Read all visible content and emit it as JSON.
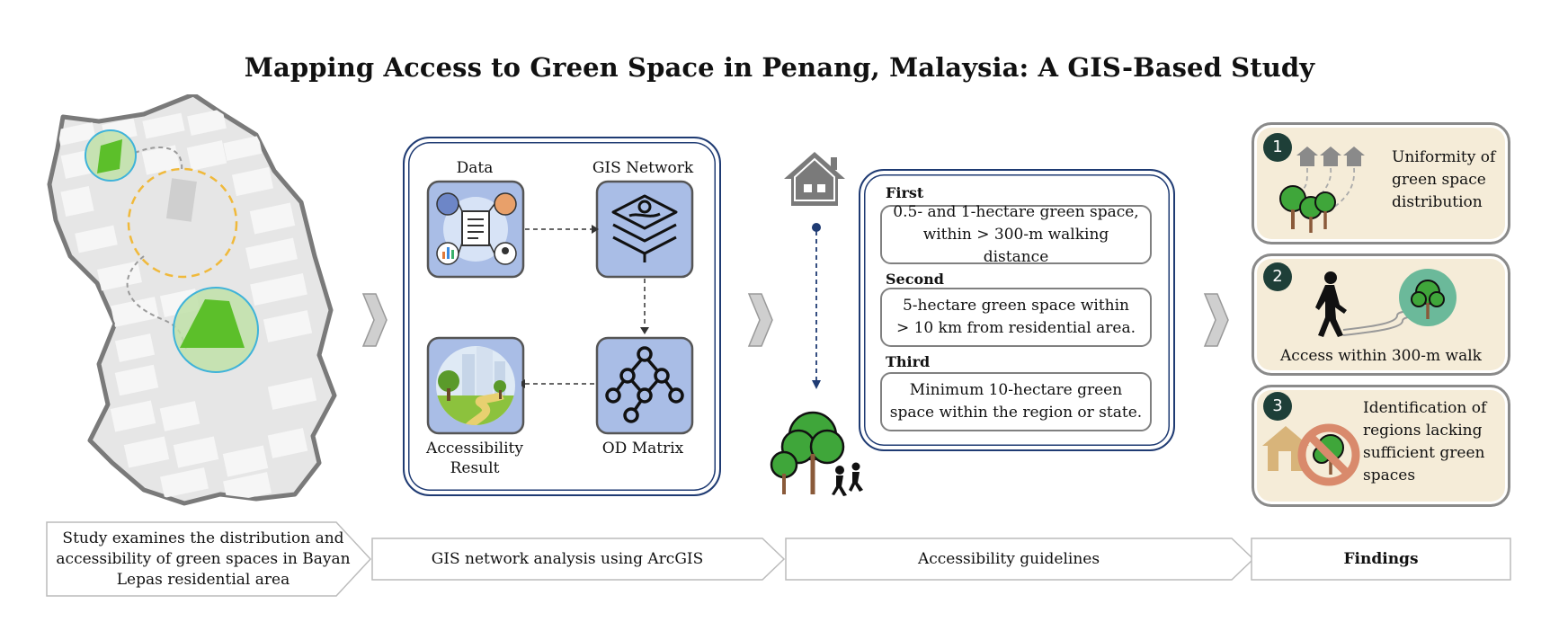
{
  "title": "Mapping Access to Green Space in Penang, Malaysia: A GIS-Based Study",
  "workflow": {
    "data_label": "Data",
    "network_label": "GIS Network",
    "od_label": "OD Matrix",
    "result_label_line1": "Accessibility",
    "result_label_line2": "Result"
  },
  "guidelines": {
    "first_label": "First",
    "first_line1": "0.5- and 1-hectare green space,",
    "first_line2": "within > 300-m walking distance",
    "second_label": "Second",
    "second_line1": "5-hectare green space within",
    "second_line2": "> 10 km from residential area.",
    "third_label": "Third",
    "third_line1": "Minimum 10-hectare green",
    "third_line2": "space within the region or state."
  },
  "findings": {
    "f1_num": "1",
    "f1_line1": "Uniformity of",
    "f1_line2": "green space",
    "f1_line3": "distribution",
    "f2_num": "2",
    "f2_text": "Access within 300-m walk",
    "f3_num": "3",
    "f3_line1": "Identification of",
    "f3_line2": "regions lacking",
    "f3_line3": "sufficient green",
    "f3_line4": "spaces"
  },
  "banners": {
    "b1_line1": "Study examines the distribution and",
    "b1_line2": "accessibility of green spaces in Bayan",
    "b1_line3": "Lepas residential area",
    "b2": "GIS network analysis using ArcGIS",
    "b3": "Accessibility guidelines",
    "b4": "Findings"
  },
  "colors": {
    "navy": "#1f3b73",
    "tile_blue": "#a9bde6",
    "green": "#5cbf2a",
    "cream": "#f5ecd8",
    "badge": "#1e3f38",
    "no_sign": "#d98a6c"
  }
}
